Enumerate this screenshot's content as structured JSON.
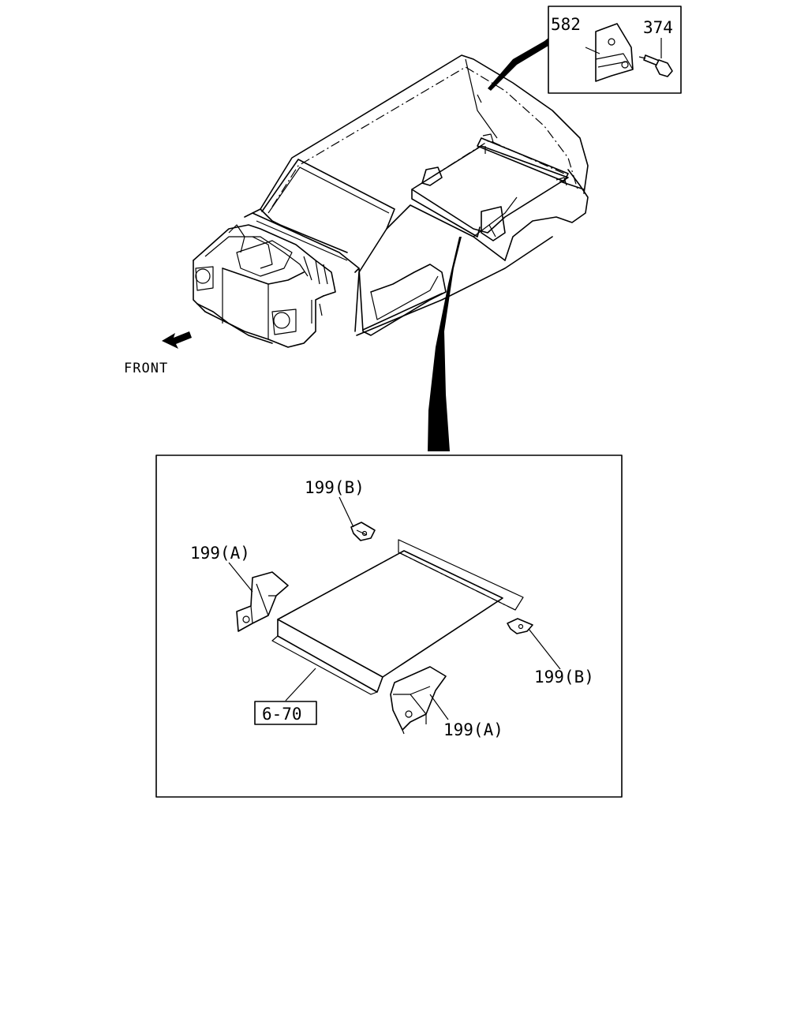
{
  "labels": {
    "part_582": "582",
    "part_374": "374",
    "front": "FRONT",
    "bracket_b_top": "199(B)",
    "bracket_a_left": "199(A)",
    "bracket_b_right": "199(B)",
    "bracket_a_bottom": "199(A)",
    "ref_box": "6-70"
  },
  "icons": {
    "front_arrow": "front-arrow-icon",
    "bolt": "bolt-icon"
  }
}
